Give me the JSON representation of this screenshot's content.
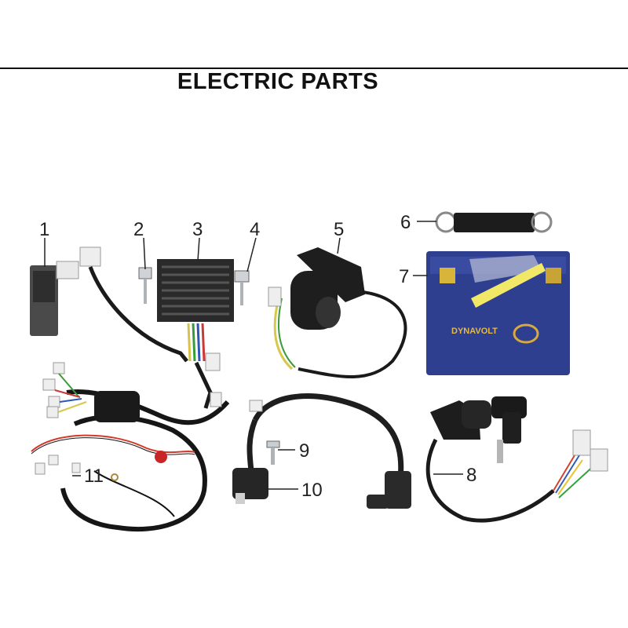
{
  "page": {
    "title": "ELECTRIC PARTS"
  },
  "callouts": [
    "1",
    "2",
    "3",
    "4",
    "5",
    "6",
    "7",
    "8",
    "9",
    "10",
    "11"
  ],
  "parts_icons": [
    "cdi-unit-icon",
    "bolt-icon",
    "regulator-rectifier-icon",
    "bolt-icon",
    "starter-relay-icon",
    "battery-strap-icon",
    "battery-icon",
    "ignition-switch-icon",
    "bolt-icon",
    "ignition-coil-icon",
    "wire-harness-icon"
  ],
  "battery": {
    "brand": "DYNAVOLT"
  }
}
